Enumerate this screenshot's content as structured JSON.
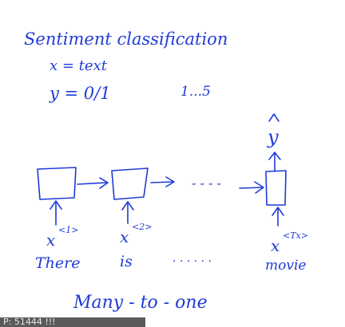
{
  "title": "Sentiment classification",
  "definitions": {
    "x_def": "x = text",
    "y_def": "y = 0/1",
    "y_range": "1...5"
  },
  "inputs": {
    "x1": "x",
    "x1_sup": "<1>",
    "x2": "x",
    "x2_sup": "<2>",
    "xT": "x",
    "xT_sup": "<Tx>"
  },
  "words": {
    "w1": "There",
    "w2": "is",
    "ellipsis_words": ". . . . . .",
    "wT": "movie"
  },
  "chain_ellipsis": "- - - -",
  "output": "y",
  "footer": "Many - to - one",
  "caption_bar": "P: 51444 !!!"
}
